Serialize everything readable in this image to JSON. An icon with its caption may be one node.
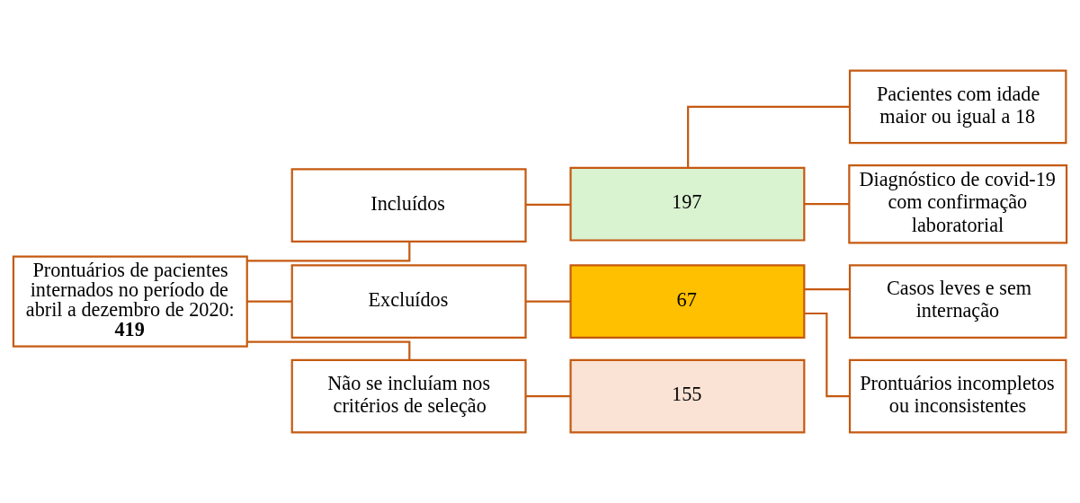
{
  "diagram": {
    "nodes": [
      {
        "text": [
          "Prontuários de pacientes internados no período de abril a dezembro de 2020: **419**"
        ]
      },
      {
        "text": [
          "Incluídos"
        ]
      },
      {
        "text": [
          "197"
        ]
      },
      {
        "text": [
          "Pacientes com idade maior ou igual a 18"
        ]
      },
      {
        "text": [
          "Diagnóstico de covid-19 com confirmação laboratorial"
        ]
      },
      {
        "text": [
          "Excluídos"
        ]
      },
      {
        "text": [
          "67"
        ]
      },
      {
        "text": [
          "Casos leves e sem internação"
        ]
      },
      {
        "text": [
          "Prontuários incompletos ou inconsistentes"
        ]
      },
      {
        "text": [
          "Não se incluíam nos critérios de seleção"
        ]
      },
      {
        "text": [
          "155"
        ]
      }
    ],
    "edges": [
      {
        "from": 0,
        "to": 1,
        "arrow": "none"
      },
      {
        "from": 0,
        "to": 5,
        "arrow": "none"
      },
      {
        "from": 0,
        "to": 9,
        "arrow": "none"
      },
      {
        "from": 1,
        "to": 2,
        "arrow": "none"
      },
      {
        "from": 2,
        "to": 3,
        "arrow": "none"
      },
      {
        "from": 2,
        "to": 4,
        "arrow": "none"
      },
      {
        "from": 5,
        "to": 6,
        "arrow": "none"
      },
      {
        "from": 6,
        "to": 7,
        "arrow": "none"
      },
      {
        "from": 6,
        "to": 8,
        "arrow": "none"
      },
      {
        "from": 9,
        "to": 10,
        "arrow": "none"
      }
    ]
  }
}
